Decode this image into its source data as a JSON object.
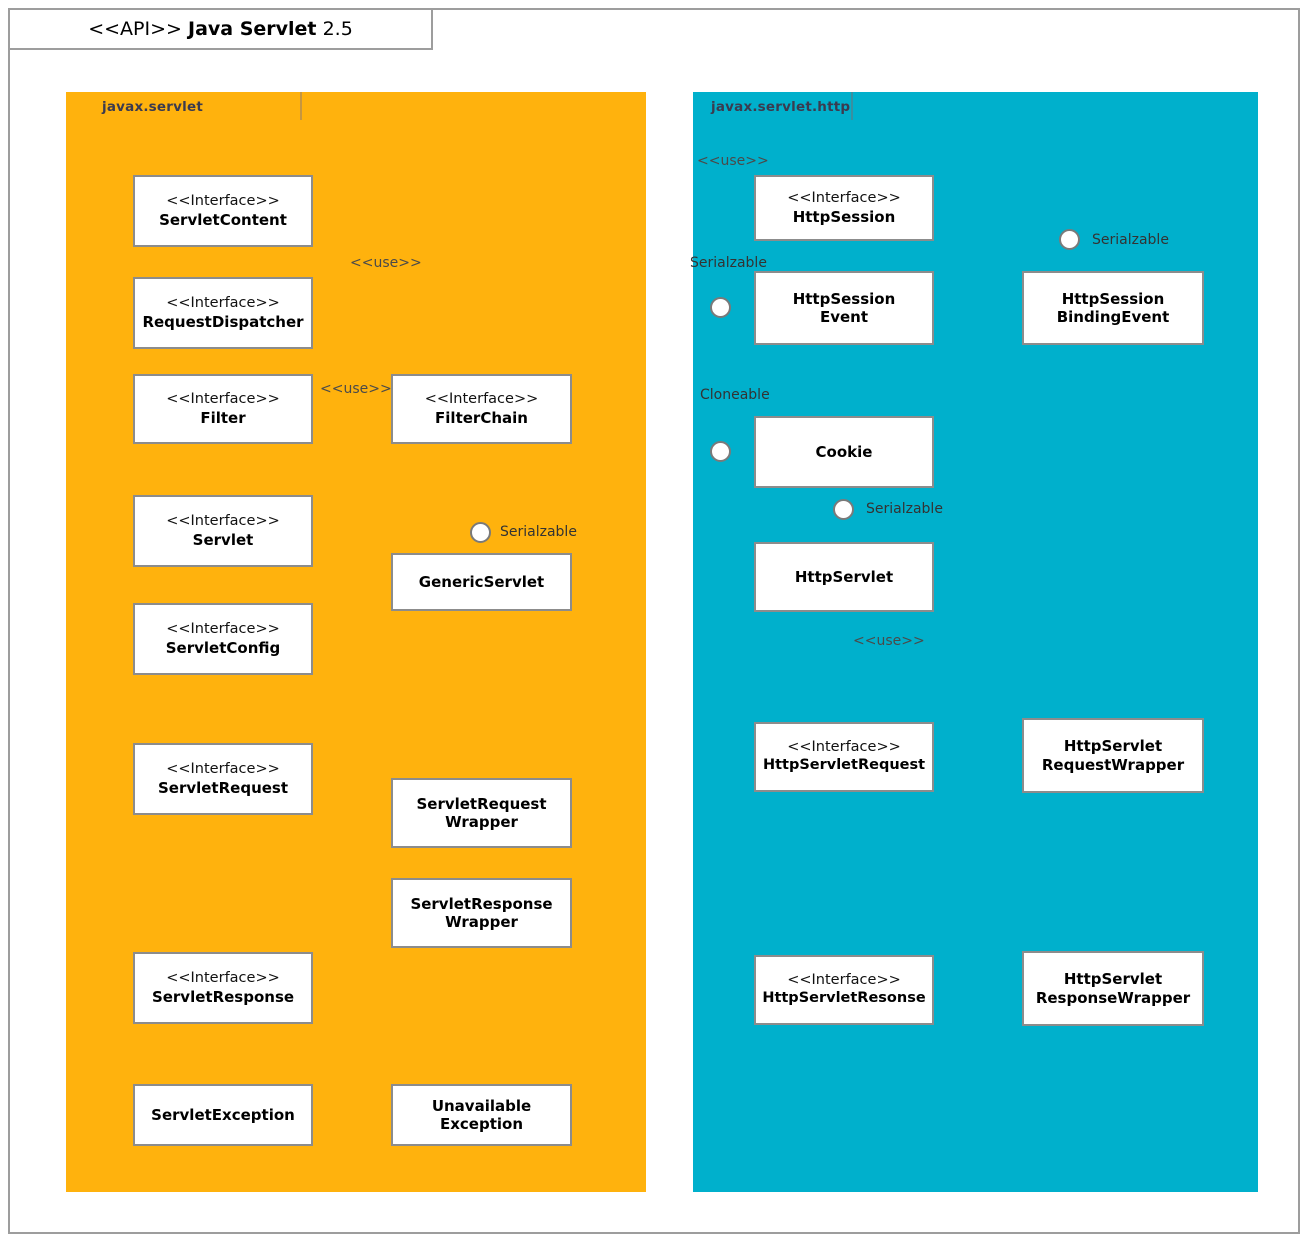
{
  "title": {
    "stereotype": "<<API>>",
    "name": "Java Servlet",
    "version": "2.5"
  },
  "colors": {
    "package_left_fill": "#FFB20D",
    "package_right_fill": "#00B0CC",
    "node_fill": "#FFFFFF",
    "node_border": "#8C8C8C",
    "frame_border": "#9D9D9D",
    "edge_solid": "#6A6A6A",
    "edge_dashed": "#7A5A4A",
    "text": "#000000",
    "package_label": "#3B3B4F"
  },
  "packages": [
    {
      "id": "javax-servlet",
      "label": "javax.servlet",
      "fill": "#FFB20D"
    },
    {
      "id": "javax-servlet-http",
      "label": "javax.servlet.http",
      "fill": "#00B0CC"
    }
  ],
  "stereotypes": {
    "interface": "<<Interface>>"
  },
  "nodes": [
    {
      "id": "ServletContent",
      "package": "javax.servlet",
      "stereotype": "<<Interface>>",
      "name": "ServletContent",
      "kind": "interface"
    },
    {
      "id": "RequestDispatcher",
      "package": "javax.servlet",
      "stereotype": "<<Interface>>",
      "name": "RequestDispatcher",
      "kind": "interface"
    },
    {
      "id": "Filter",
      "package": "javax.servlet",
      "stereotype": "<<Interface>>",
      "name": "Filter",
      "kind": "interface"
    },
    {
      "id": "FilterChain",
      "package": "javax.servlet",
      "stereotype": "<<Interface>>",
      "name": "FilterChain",
      "kind": "interface"
    },
    {
      "id": "Servlet",
      "package": "javax.servlet",
      "stereotype": "<<Interface>>",
      "name": "Servlet",
      "kind": "interface"
    },
    {
      "id": "ServletConfig",
      "package": "javax.servlet",
      "stereotype": "<<Interface>>",
      "name": "ServletConfig",
      "kind": "interface"
    },
    {
      "id": "GenericServlet",
      "package": "javax.servlet",
      "stereotype": "",
      "name": "GenericServlet",
      "kind": "class"
    },
    {
      "id": "ServletRequest",
      "package": "javax.servlet",
      "stereotype": "<<Interface>>",
      "name": "ServletRequest",
      "kind": "interface"
    },
    {
      "id": "ServletRequestWrapper",
      "package": "javax.servlet",
      "stereotype": "",
      "name": "ServletRequest\nWrapper",
      "kind": "class"
    },
    {
      "id": "ServletResponseWrapper",
      "package": "javax.servlet",
      "stereotype": "",
      "name": "ServletResponse\nWrapper",
      "kind": "class"
    },
    {
      "id": "ServletResponse",
      "package": "javax.servlet",
      "stereotype": "<<Interface>>",
      "name": "ServletResponse",
      "kind": "interface"
    },
    {
      "id": "ServletException",
      "package": "javax.servlet",
      "stereotype": "",
      "name": "ServletException",
      "kind": "class"
    },
    {
      "id": "UnavailableException",
      "package": "javax.servlet",
      "stereotype": "",
      "name": "Unavailable\nException",
      "kind": "class"
    },
    {
      "id": "HttpSession",
      "package": "javax.servlet.http",
      "stereotype": "<<Interface>>",
      "name": "HttpSession",
      "kind": "interface"
    },
    {
      "id": "HttpSessionEvent",
      "package": "javax.servlet.http",
      "stereotype": "",
      "name": "HttpSession\nEvent",
      "kind": "class"
    },
    {
      "id": "HttpSessionBindingEvent",
      "package": "javax.servlet.http",
      "stereotype": "",
      "name": "HttpSession\nBindingEvent",
      "kind": "class"
    },
    {
      "id": "Cookie",
      "package": "javax.servlet.http",
      "stereotype": "",
      "name": "Cookie",
      "kind": "class"
    },
    {
      "id": "HttpServlet",
      "package": "javax.servlet.http",
      "stereotype": "",
      "name": "HttpServlet",
      "kind": "class"
    },
    {
      "id": "HttpServletRequest",
      "package": "javax.servlet.http",
      "stereotype": "<<Interface>>",
      "name": "HttpServletRequest",
      "kind": "interface"
    },
    {
      "id": "HttpServletRequestWrapper",
      "package": "javax.servlet.http",
      "stereotype": "",
      "name": "HttpServlet\nRequestWrapper",
      "kind": "class"
    },
    {
      "id": "HttpServletResonse",
      "package": "javax.servlet.http",
      "stereotype": "<<Interface>>",
      "name": "HttpServletResonse",
      "kind": "interface"
    },
    {
      "id": "HttpServletResponseWrapper",
      "package": "javax.servlet.http",
      "stereotype": "",
      "name": "HttpServlet\nResponseWrapper",
      "kind": "class"
    }
  ],
  "lollipops": [
    {
      "id": "lolli-httpsessionbindingevent",
      "label": "Serialzable",
      "attached_to": "HttpSessionBindingEvent",
      "side": "top"
    },
    {
      "id": "lolli-httpsessionevent",
      "label": "Serialzable",
      "attached_to": "HttpSessionEvent",
      "side": "left"
    },
    {
      "id": "lolli-cookie",
      "label": "Cloneable",
      "attached_to": "Cookie",
      "side": "left"
    },
    {
      "id": "lolli-genericservlet",
      "label": "Serialzable",
      "attached_to": "GenericServlet",
      "side": "top"
    },
    {
      "id": "lolli-httpservlet",
      "label": "Serialzable",
      "attached_to": "HttpServlet",
      "side": "top"
    }
  ],
  "edge_labels": [
    {
      "id": "use-servletcontent-requestdispatcher",
      "text": "<<use>>"
    },
    {
      "id": "use-filter-filterchain",
      "text": "<<use>>"
    },
    {
      "id": "use-httpsession-servletcontent",
      "text": "<<use>>"
    },
    {
      "id": "use-httpservlet-httpservletrequest",
      "text": "<<use>>"
    }
  ],
  "relationships": [
    {
      "from": "HttpSession",
      "to": "ServletContent",
      "type": "dependency",
      "label": "<<use>>"
    },
    {
      "from": "ServletContent",
      "to": "RequestDispatcher",
      "type": "dependency",
      "label": "<<use>>"
    },
    {
      "from": "Filter",
      "to": "FilterChain",
      "type": "dependency",
      "label": "<<use>>"
    },
    {
      "from": "GenericServlet",
      "to": "Servlet",
      "type": "realization"
    },
    {
      "from": "GenericServlet",
      "to": "ServletConfig",
      "type": "realization"
    },
    {
      "from": "HttpServlet",
      "to": "Servlet",
      "type": "dependency"
    },
    {
      "from": "HttpServlet",
      "to": "ServletConfig",
      "type": "dependency"
    },
    {
      "from": "HttpServlet",
      "to": "HttpServletRequest",
      "type": "dependency",
      "label": "<<use>>"
    },
    {
      "from": "HttpServletRequest",
      "to": "ServletRequest",
      "type": "generalization"
    },
    {
      "from": "HttpServletRequestWrapper",
      "to": "HttpServletRequest",
      "type": "realization"
    },
    {
      "from": "HttpServletRequestWrapper",
      "to": "ServletRequestWrapper",
      "type": "generalization"
    },
    {
      "from": "ServletRequestWrapper",
      "to": "ServletRequest",
      "type": "realization"
    },
    {
      "from": "ServletRequestWrapper",
      "to": "ServletRequest",
      "type": "generalization"
    },
    {
      "from": "HttpServletResonse",
      "to": "ServletResponse",
      "type": "generalization"
    },
    {
      "from": "HttpServletResponseWrapper",
      "to": "HttpServletResonse",
      "type": "realization"
    },
    {
      "from": "HttpServletResponseWrapper",
      "to": "ServletResponseWrapper",
      "type": "generalization"
    },
    {
      "from": "ServletResponseWrapper",
      "to": "ServletResponse",
      "type": "realization"
    },
    {
      "from": "UnavailableException",
      "to": "ServletException",
      "type": "generalization"
    },
    {
      "from": "HttpServletResponseWrapper",
      "to": "ServletResponse",
      "type": "dependency"
    }
  ]
}
